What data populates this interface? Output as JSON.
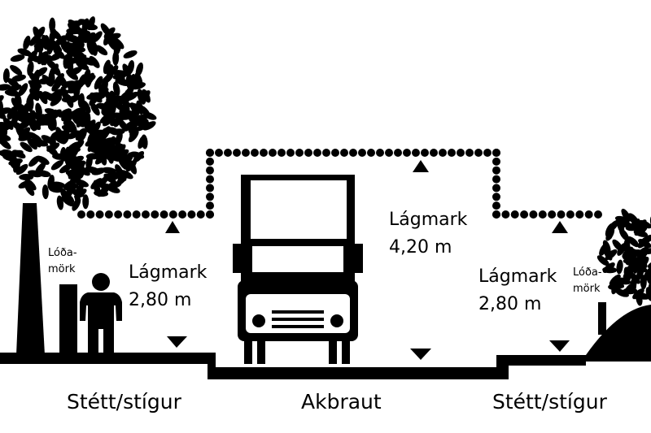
{
  "labels": {
    "min_label": "Lágmark",
    "sidewalk_left_height": "2,80 m",
    "road_height": "4,20 m",
    "sidewalk_right_height": "2,80 m",
    "lot_boundary_left": [
      "Lóða-",
      "mörk"
    ],
    "lot_boundary_right": [
      "Lóða-",
      "mörk"
    ],
    "sidewalk_left": "Stétt/stígur",
    "road": "Akbraut",
    "sidewalk_right": "Stétt/stígur"
  }
}
